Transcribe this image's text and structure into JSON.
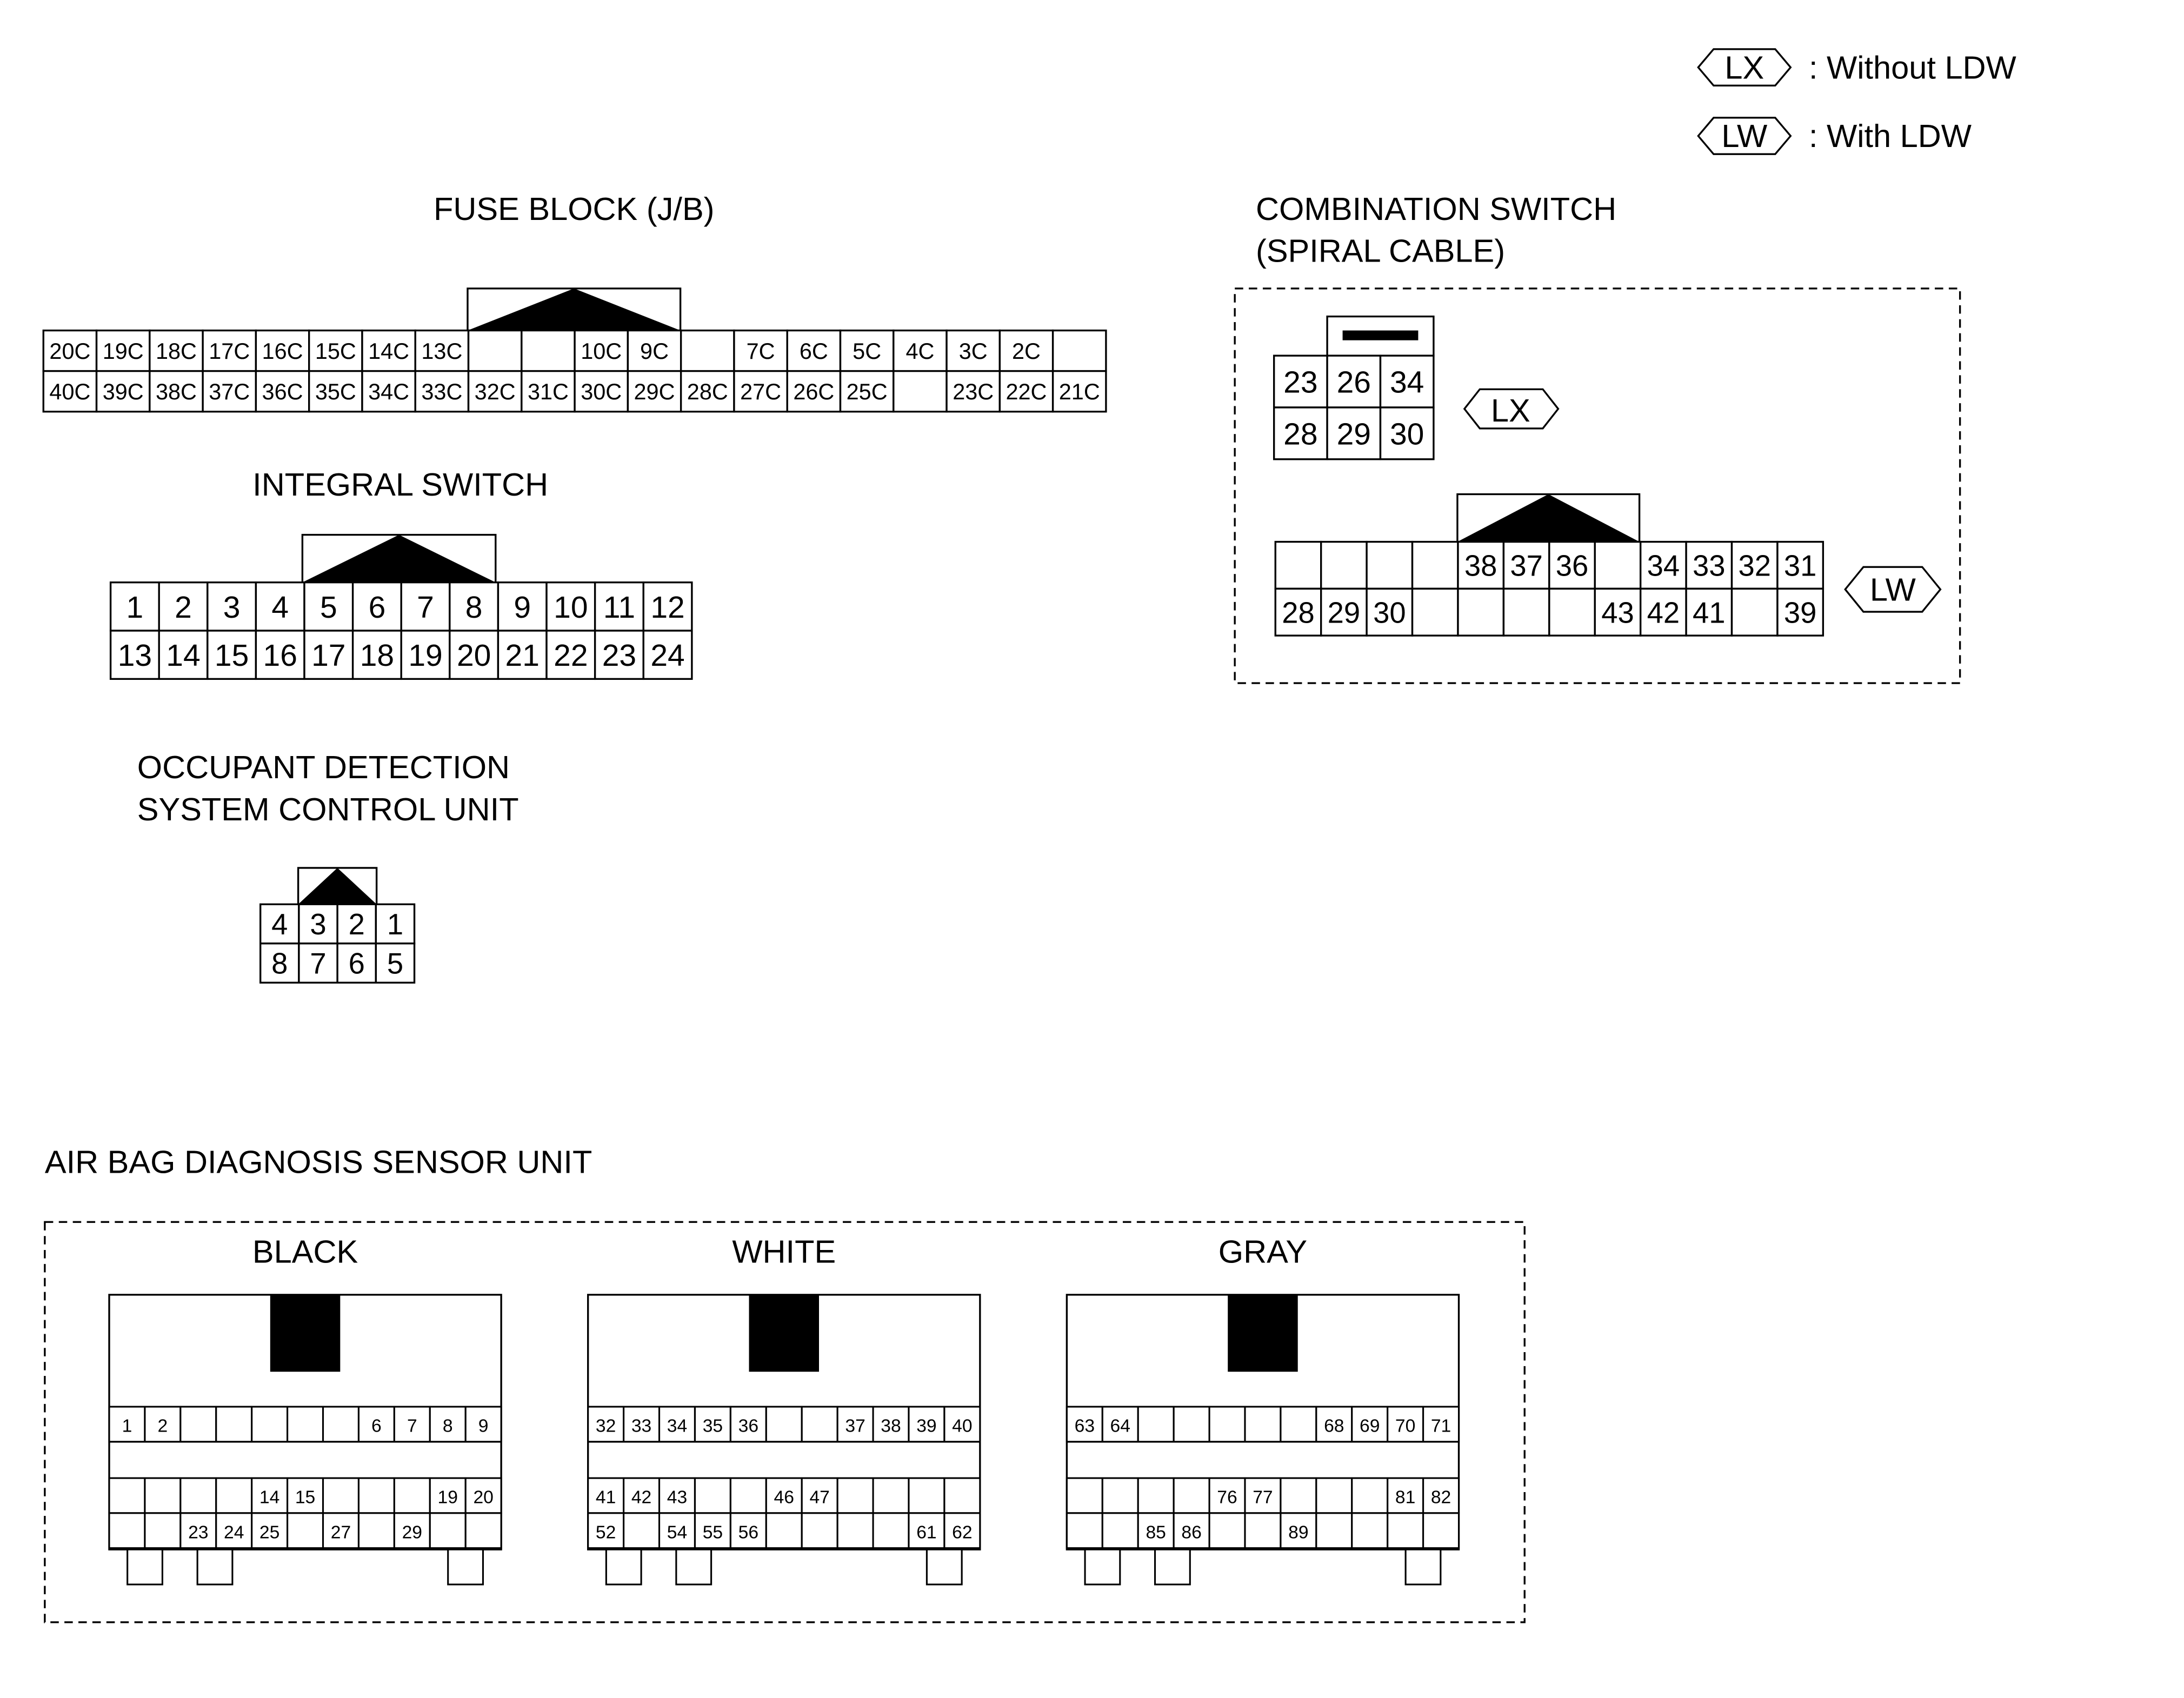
{
  "legend": [
    {
      "code": "LX",
      "text": ": Without LDW"
    },
    {
      "code": "LW",
      "text": ": With LDW"
    }
  ],
  "fuse_block": {
    "title": "FUSE BLOCK (J/B)",
    "rows": [
      [
        "20C",
        "19C",
        "18C",
        "17C",
        "16C",
        "15C",
        "14C",
        "13C",
        "",
        "",
        "10C",
        "9C",
        "",
        "7C",
        "6C",
        "5C",
        "4C",
        "3C",
        "2C",
        ""
      ],
      [
        "40C",
        "39C",
        "38C",
        "37C",
        "36C",
        "35C",
        "34C",
        "33C",
        "32C",
        "31C",
        "30C",
        "29C",
        "28C",
        "27C",
        "26C",
        "25C",
        "",
        "23C",
        "22C",
        "21C"
      ]
    ]
  },
  "integral_switch": {
    "title": "INTEGRAL SWITCH",
    "rows": [
      [
        "1",
        "2",
        "3",
        "4",
        "5",
        "6",
        "7",
        "8",
        "9",
        "10",
        "11",
        "12"
      ],
      [
        "13",
        "14",
        "15",
        "16",
        "17",
        "18",
        "19",
        "20",
        "21",
        "22",
        "23",
        "24"
      ]
    ]
  },
  "occupant_unit": {
    "title_lines": [
      "OCCUPANT DETECTION",
      "SYSTEM CONTROL UNIT"
    ],
    "rows": [
      [
        "4",
        "3",
        "2",
        "1"
      ],
      [
        "8",
        "7",
        "6",
        "5"
      ]
    ]
  },
  "combination_switch": {
    "title_lines": [
      "COMBINATION SWITCH",
      "(SPIRAL CABLE)"
    ],
    "lx": {
      "code": "LX",
      "rows": [
        [
          "23",
          "26",
          "34"
        ],
        [
          "28",
          "29",
          "30"
        ]
      ]
    },
    "lw": {
      "code": "LW",
      "rows": [
        [
          "",
          "",
          "",
          "",
          "38",
          "37",
          "36",
          "",
          "34",
          "33",
          "32",
          "31"
        ],
        [
          "28",
          "29",
          "30",
          "",
          "",
          "",
          "",
          "43",
          "42",
          "41",
          "",
          "39"
        ]
      ]
    }
  },
  "airbag_unit": {
    "title": "AIR BAG DIAGNOSIS SENSOR UNIT",
    "connectors": [
      {
        "name": "BLACK",
        "rows": [
          [
            "1",
            "2",
            "",
            "",
            "",
            "",
            "",
            "6",
            "7",
            "8",
            "9"
          ],
          [
            "",
            "",
            "",
            "",
            "14",
            "15",
            "",
            "",
            "",
            "19",
            "20"
          ],
          [
            "",
            "",
            "23",
            "24",
            "25",
            "",
            "27",
            "",
            "29",
            "",
            ""
          ]
        ]
      },
      {
        "name": "WHITE",
        "rows": [
          [
            "32",
            "33",
            "34",
            "35",
            "36",
            "",
            "",
            "37",
            "38",
            "39",
            "40"
          ],
          [
            "41",
            "42",
            "43",
            "",
            "",
            "46",
            "47",
            "",
            "",
            "",
            ""
          ],
          [
            "52",
            "",
            "54",
            "55",
            "56",
            "",
            "",
            "",
            "",
            "61",
            "62"
          ]
        ]
      },
      {
        "name": "GRAY",
        "rows": [
          [
            "63",
            "64",
            "",
            "",
            "",
            "",
            "",
            "68",
            "69",
            "70",
            "71"
          ],
          [
            "",
            "",
            "",
            "",
            "76",
            "77",
            "",
            "",
            "",
            "81",
            "82"
          ],
          [
            "",
            "",
            "85",
            "86",
            "",
            "",
            "89",
            "",
            "",
            "",
            ""
          ]
        ]
      }
    ]
  }
}
